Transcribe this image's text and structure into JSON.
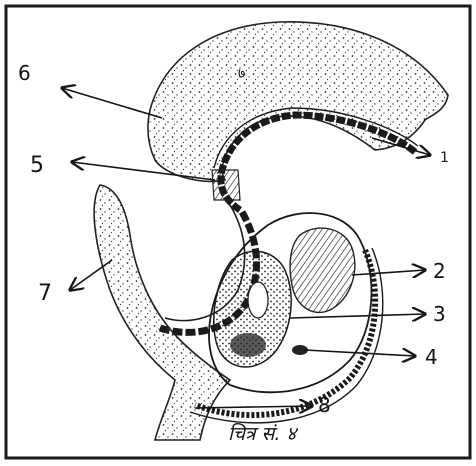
{
  "figure": {
    "caption": "चित्र सं. ४",
    "mark_inside_cup": "७",
    "labels": {
      "l1": "1",
      "l2": "2",
      "l3": "3",
      "l4": "4",
      "l5": "5",
      "l6": "6",
      "l7": "7",
      "l8": "8"
    }
  },
  "colors": {
    "ink": "#141414",
    "background": "#ffffff"
  }
}
